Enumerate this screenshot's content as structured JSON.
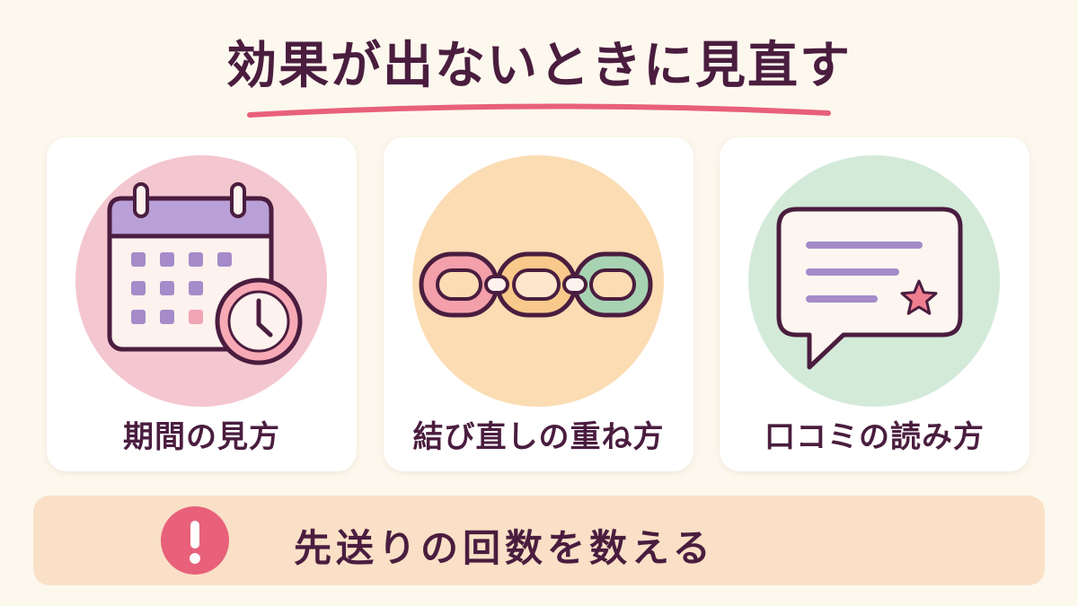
{
  "header": {
    "title": "効果が出ないときに見直す"
  },
  "cards": [
    {
      "label": "期間の見方",
      "icon": "calendar-clock-icon"
    },
    {
      "label": "結び直しの重ね方",
      "icon": "chain-links-icon"
    },
    {
      "label": "口コミの読み方",
      "icon": "review-bubble-star-icon"
    }
  ],
  "footer": {
    "text": "先送りの回数を数える",
    "icon": "exclamation-icon"
  },
  "colors": {
    "background": "#fdf8ee",
    "text": "#4a1d3f",
    "accent": "#e8607a",
    "card1_circle": "#f4c6cf",
    "card2_circle": "#fbdcb3",
    "card3_circle": "#d3ead9",
    "bottom_bar": "#f9e0c6"
  }
}
